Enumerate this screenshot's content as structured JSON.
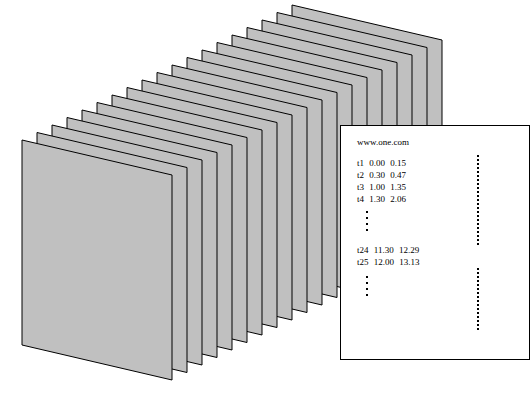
{
  "diagram": {
    "nodes": [
      {
        "text": [
          "www.one.com",
          "t1 0.00 0.15",
          "t2 0.30 0.47",
          "t3 1.00 1.35",
          "t4 1.30 2.06",
          "t24 11.30 12.29",
          "t25 12.00 13.13"
        ]
      }
    ]
  }
}
